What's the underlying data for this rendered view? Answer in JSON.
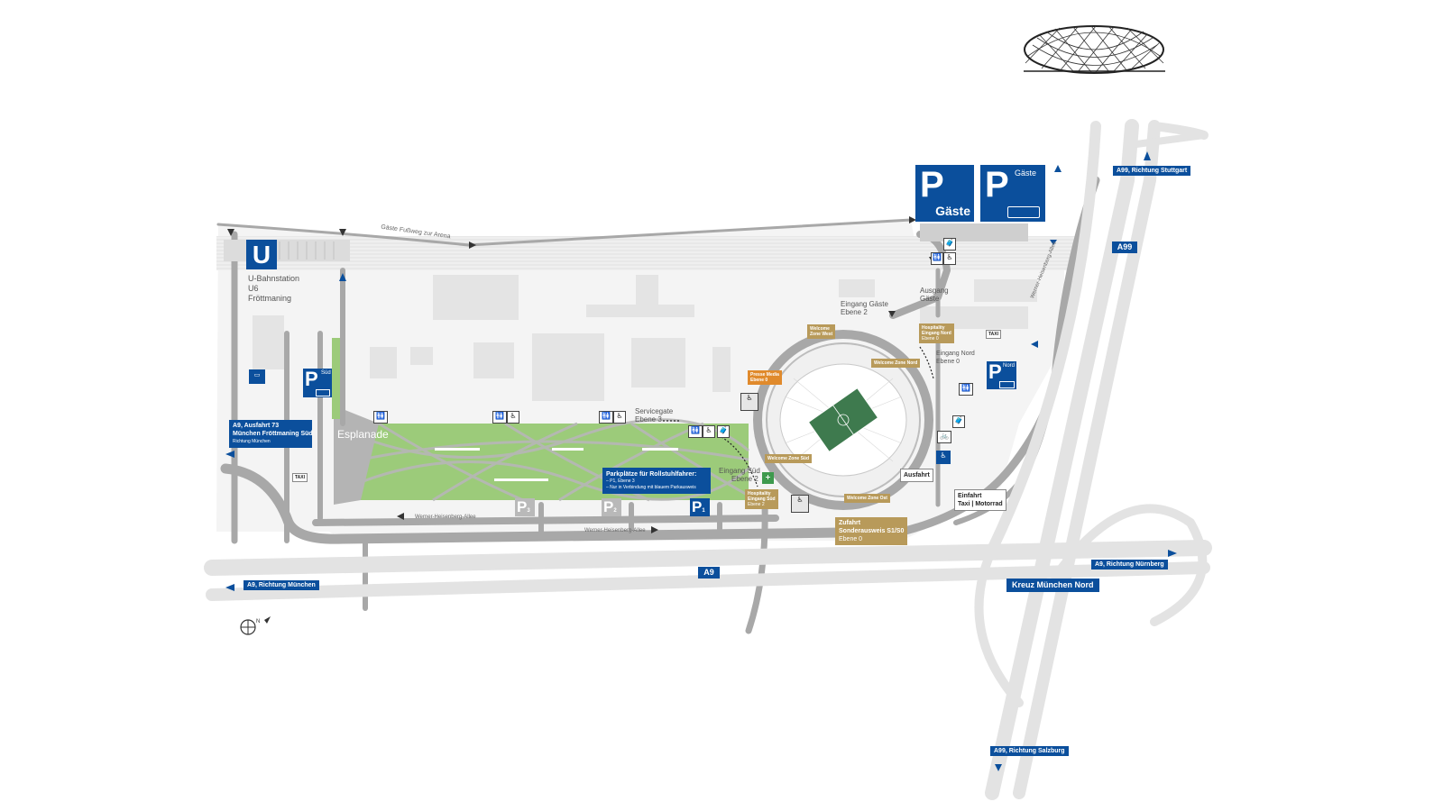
{
  "colors": {
    "brand_blue": "#0b4f9c",
    "road": "#a8a8a8",
    "road_light": "#e6e6e6",
    "grass": "#9ccb7a",
    "hospitality_gold": "#b89a5a",
    "press_orange": "#e08a2c",
    "pitch": "#3e7a4e"
  },
  "ubahn": {
    "sign": "U",
    "name_line1": "U-Bahnstation",
    "name_line2": "U6",
    "name_line3": "Fröttmaning"
  },
  "areas": {
    "esplanade": "Esplanade",
    "servicegate_line1": "Servicegate",
    "servicegate_line2": "Ebene 3",
    "eingang_sued_line1": "Eingang Süd",
    "eingang_sued_line2": "Ebene 2",
    "eingang_gaeste_line1": "Eingang Gäste",
    "eingang_gaeste_line2": "Ebene 2",
    "ausgang_gaeste_line1": "Ausgang",
    "ausgang_gaeste_line2": "Gäste",
    "eingang_nord_line1": "Eingang Nord",
    "eingang_nord_line2": "Ebene 0"
  },
  "paths": {
    "guest_walk": "Gäste Fußweg zur Arena",
    "werner_heisenberg_1": "Werner-Heisenberg-Allee",
    "werner_heisenberg_2": "Werner-Heisenberg-Allee",
    "werner_heisenberg_3": "Werner-Heisenberg-Allee"
  },
  "motorways": {
    "a9": "A9",
    "a99": "A99",
    "kreuz": "Kreuz München Nord",
    "to_muenchen": "A9, Richtung München",
    "to_nuernberg": "A9, Richtung Nürnberg",
    "to_stuttgart": "A99, Richtung Stuttgart",
    "to_salzburg": "A99, Richtung Salzburg"
  },
  "exit_sign": {
    "line1": "A9, Ausfahrt 73",
    "line2": "München Fröttmaning Süd",
    "line3": "Richtung München"
  },
  "parking": {
    "guest_p": "P",
    "guest_label": "Gäste",
    "guest_bus_p": "P",
    "guest_bus_label": "Gäste",
    "sued_p": "P",
    "sued_label": "Süd",
    "nord_p": "P",
    "nord_label": "Nord",
    "p3": "P",
    "p3_num": "3",
    "p2": "P",
    "p2_num": "2",
    "p1": "P",
    "p1_num": "1"
  },
  "wheelchair_box": {
    "title": "Parkplätze für Rollstuhlfahrer:",
    "line1": "– P1, Ebene 3",
    "line2": "– Nur in Verbindung mit blauem Parkausweis"
  },
  "tags": {
    "welcome_west_l1": "Welcome",
    "welcome_west_l2": "Zone West",
    "welcome_nord": "Welcome Zone Nord",
    "welcome_sued": "Welcome Zone Süd",
    "welcome_ost": "Welcome Zone Ost",
    "press_l1": "Presse Media",
    "press_l2": "Ebene 0",
    "hosp_nord_l1": "Hospitality",
    "hosp_nord_l2": "Eingang Nord",
    "hosp_nord_l3": "Ebene 0",
    "hosp_sued_l1": "Hospitality",
    "hosp_sued_l2": "Eingang Süd",
    "hosp_sued_l3": "Ebene 2",
    "zufahrt_l1": "Zufahrt",
    "zufahrt_l2": "Sonderausweis S1/S0",
    "zufahrt_l3": "Ebene 0",
    "ausfahrt": "Ausfahrt",
    "einfahrt_l1": "Einfahrt",
    "einfahrt_l2": "Taxi | Motorrad",
    "taxi_1": "TAXI",
    "taxi_2": "TAXI"
  },
  "icons": {
    "wc": "toilet-icon",
    "wheelchair": "wheelchair-icon",
    "locker": "luggage-icon",
    "bike": "bicycle-icon",
    "first_aid": "first-aid-icon",
    "bus": "bus-icon",
    "compass": "compass-icon",
    "stadium_logo": "allianz-arena-logo"
  },
  "compass": {
    "label": "N"
  }
}
